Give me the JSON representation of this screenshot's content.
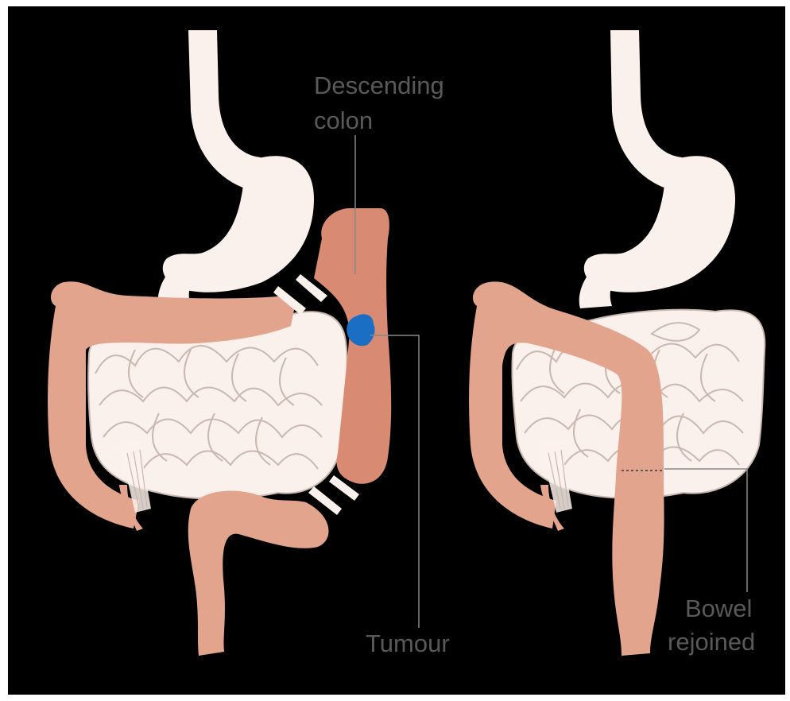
{
  "labels": {
    "descending_colon_line1": "Descending",
    "descending_colon_line2": "colon",
    "tumour": "Tumour",
    "bowel_rejoined_line1": "Bowel",
    "bowel_rejoined_line2": "rejoined"
  },
  "colors": {
    "background": "#000000",
    "organ_fill": "#fbf1ec",
    "organ_outline": "#c9b8b0",
    "colon": "#e2a48c",
    "colon_section": "#d98a72",
    "tumour": "#1a6fc4",
    "leader_line": "#888888"
  }
}
